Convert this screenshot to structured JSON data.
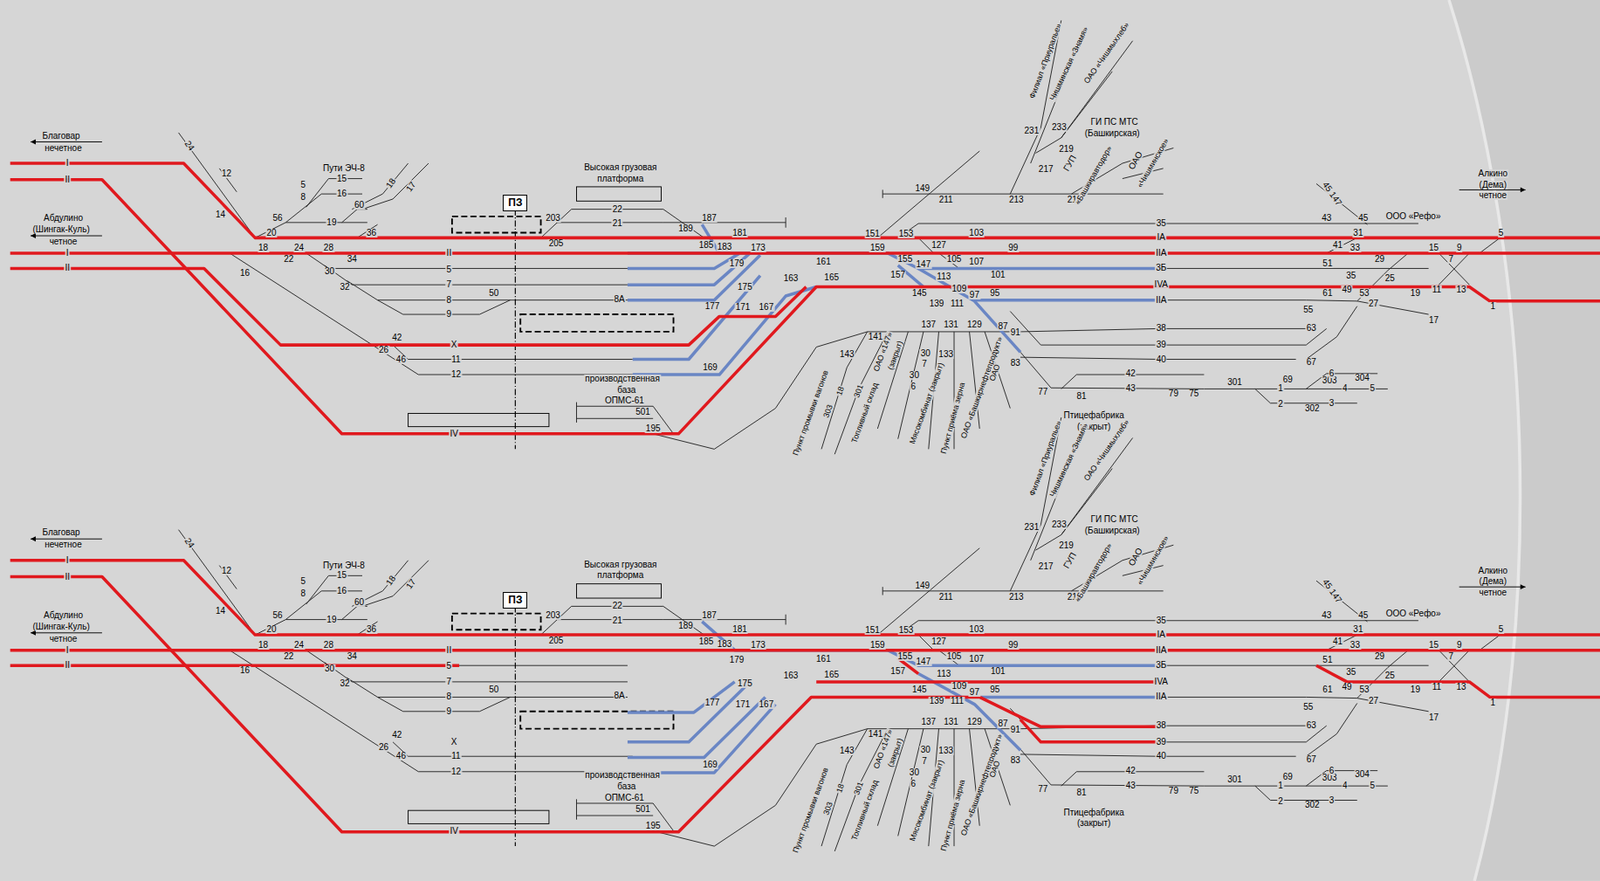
{
  "diagram": {
    "nodes": [
      {
        "text": [
          "ПЗ"
        ]
      },
      {
        "text": [
          "ПЗ"
        ]
      }
    ],
    "labels": [
      "Благовар",
      "нечетное",
      "Абдулино",
      "(Шингак-Куль)",
      "четное",
      "I",
      "II",
      "I",
      "II",
      "24",
      "12",
      "14",
      "56",
      "20",
      "18",
      "16",
      "22",
      "24",
      "28",
      "34",
      "36",
      "30",
      "32",
      "Пути ЭЧ-8",
      "5",
      "8",
      "15",
      "16",
      "60",
      "19",
      "18",
      "17",
      "II",
      "5",
      "7",
      "8",
      "9",
      "50",
      "X",
      "11",
      "12",
      "IV",
      "42",
      "26",
      "46",
      "Высокая грузовая",
      "платформа",
      "203",
      "205",
      "22",
      "21",
      "187",
      "181",
      "189",
      "185",
      "183",
      "173",
      "179",
      "175",
      "8А",
      "177",
      "171",
      "167",
      "163",
      "165",
      "161",
      "169",
      "производственная",
      "база",
      "ОПМС-61",
      "501",
      "195",
      "151",
      "153",
      "149",
      "211",
      "159",
      "155",
      "147",
      "127",
      "105",
      "107",
      "103",
      "99",
      "101",
      "157",
      "113",
      "145",
      "109",
      "97",
      "95",
      "139",
      "111",
      "141",
      "137",
      "131",
      "129",
      "87",
      "91",
      "83",
      "143",
      "133",
      "30",
      "7",
      "30",
      "6",
      "77",
      "81",
      "213",
      "215",
      "217",
      "219",
      "231",
      "233",
      "ГИ ПС МТС",
      "(Башкирская)",
      "ГУП",
      "«Башкиравтодор»",
      "ОАО",
      "«Чишминское»",
      "Филиал «Приуралье»",
      "Чишминская «Знамя»",
      "ОАО «Чишмыхлеб»",
      "35",
      "IA",
      "IIA",
      "3Б",
      "IVA",
      "IIA",
      "38",
      "39",
      "40",
      "42",
      "43",
      "79",
      "75",
      "301",
      "1",
      "69",
      "303",
      "304",
      "2",
      "302",
      "3",
      "4",
      "5",
      "6",
      "67",
      "63",
      "Птицефабрика",
      "(закрыт)",
      "45 147",
      "43",
      "45",
      "31",
      "ООО «Рефо»",
      "41",
      "33",
      "29",
      "51",
      "35",
      "61",
      "49",
      "53",
      "25",
      "27",
      "55",
      "19",
      "11",
      "13",
      "17",
      "15",
      "9",
      "7",
      "5",
      "1",
      "Алкино",
      "(Дема)",
      "четное",
      "Пункт промывки вагонов",
      "303",
      "18",
      "301",
      "Топливный склад",
      "ОАО «147»",
      "(закрыт)",
      "Мясокомбинат (закрыт)",
      "Пункт приёма зерна",
      "ОАО «Башкирнефтепродукт»",
      "ОАО",
      "Благовар",
      "нечетное",
      "Абдулино",
      "(Шингак-Куль)",
      "четное",
      "I",
      "II",
      "I",
      "II",
      "24",
      "12",
      "14",
      "56",
      "20",
      "18",
      "16",
      "22",
      "24",
      "28",
      "34",
      "36",
      "30",
      "32",
      "Пути ЭЧ-8",
      "5",
      "8",
      "15",
      "16",
      "60",
      "19",
      "18",
      "17",
      "II",
      "5",
      "7",
      "8",
      "9",
      "50",
      "X",
      "11",
      "12",
      "IV",
      "42",
      "26",
      "46",
      "Высокая грузовая",
      "платформа",
      "203",
      "205",
      "22",
      "21",
      "187",
      "181",
      "189",
      "185",
      "183",
      "173",
      "179",
      "175",
      "8А",
      "177",
      "171",
      "167",
      "163",
      "165",
      "161",
      "169",
      "производственная",
      "база",
      "ОПМС-61",
      "501",
      "195",
      "151",
      "153",
      "149",
      "211",
      "159",
      "155",
      "147",
      "127",
      "105",
      "107",
      "103",
      "99",
      "101",
      "157",
      "113",
      "145",
      "109",
      "97",
      "95",
      "139",
      "111",
      "141",
      "137",
      "131",
      "129",
      "87",
      "91",
      "83",
      "143",
      "133",
      "30",
      "7",
      "30",
      "6",
      "77",
      "81",
      "213",
      "215",
      "217",
      "219",
      "231",
      "233",
      "ГИ ПС МТС",
      "(Башкирская)",
      "ГУП",
      "«Башкиравтодор»",
      "ОАО",
      "«Чишминское»",
      "Филиал «Приуралье»",
      "Чишминская «Знамя»",
      "ОАО «Чишмыхлеб»",
      "35",
      "IA",
      "IIA",
      "3Б",
      "IVA",
      "IIA",
      "38",
      "39",
      "40",
      "42",
      "43",
      "79",
      "75",
      "301",
      "1",
      "69",
      "303",
      "304",
      "2",
      "302",
      "3",
      "4",
      "5",
      "6",
      "67",
      "63",
      "Птицефабрика",
      "(закрыт)",
      "45 147",
      "43",
      "45",
      "31",
      "ООО «Рефо»",
      "41",
      "33",
      "29",
      "51",
      "35",
      "61",
      "49",
      "53",
      "25",
      "27",
      "55",
      "19",
      "11",
      "13",
      "17",
      "15",
      "9",
      "7",
      "5",
      "1",
      "Алкино",
      "(Дема)",
      "четное",
      "Пункт промывки вагонов",
      "303",
      "18",
      "301",
      "Топливный склад",
      "ОАО «147»",
      "(закрыт)",
      "Мясокомбинат (закрыт)",
      "Пункт приёма зерна",
      "ОАО «Башкирнефтепродукт»",
      "ОАО"
    ]
  }
}
